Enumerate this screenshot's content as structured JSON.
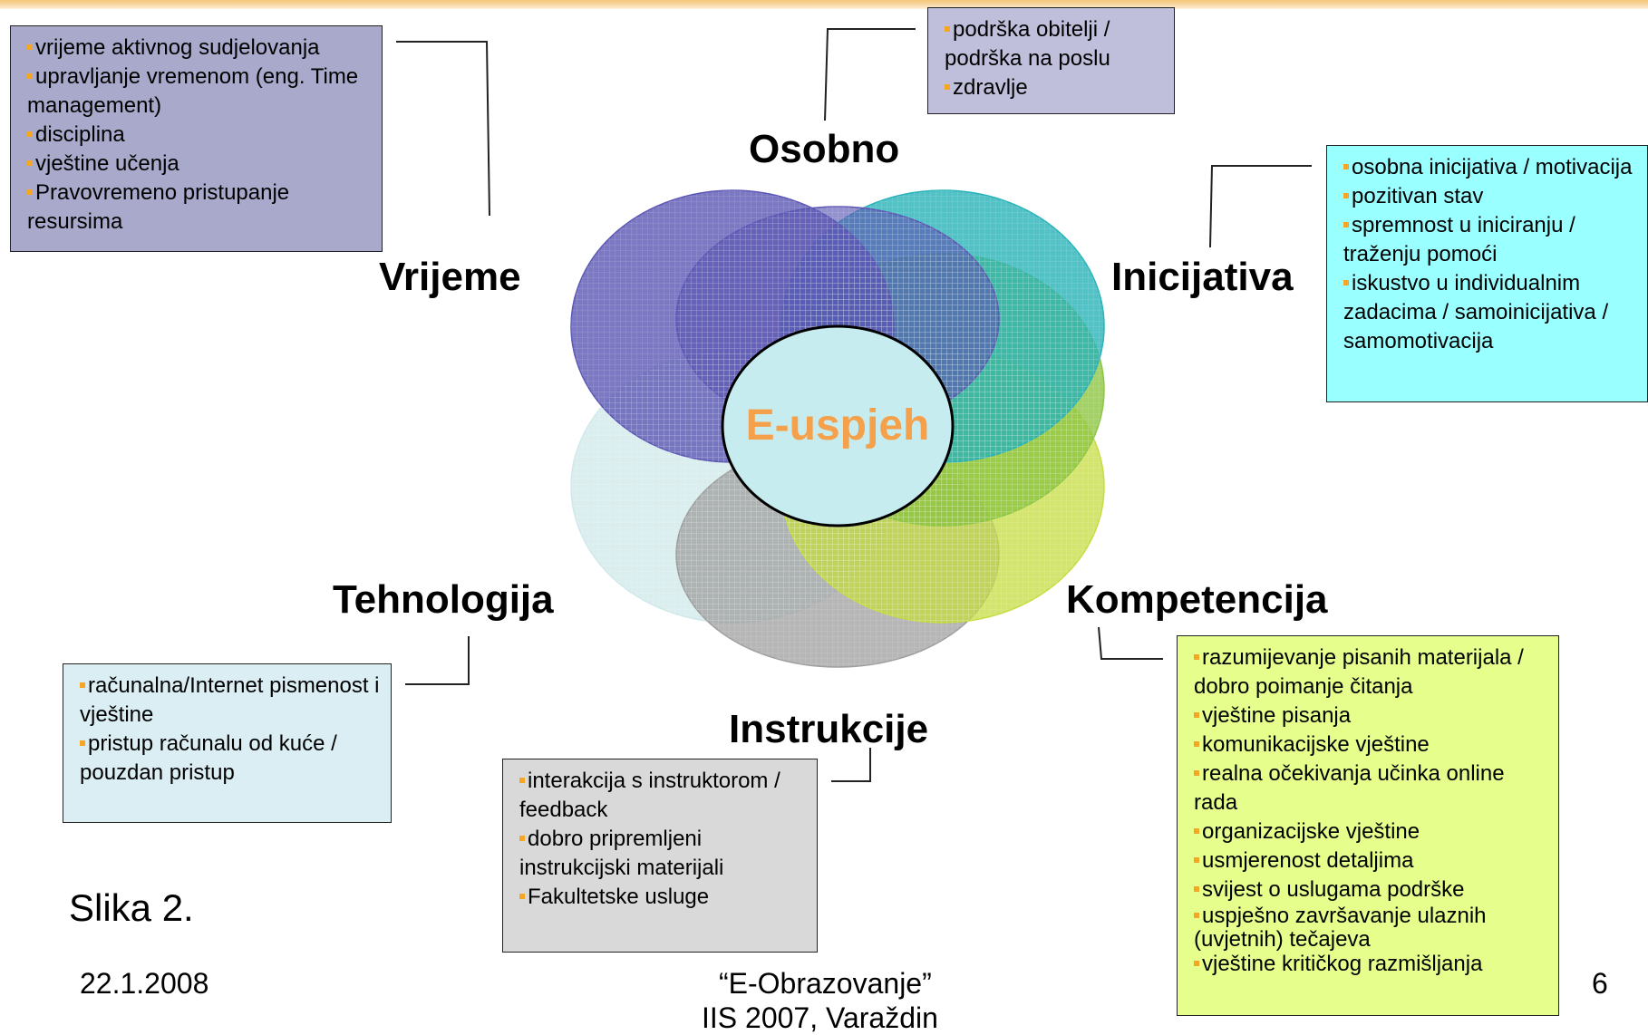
{
  "center_label": "E-uspjeh",
  "categories": {
    "osobno": {
      "label": "Osobno",
      "items": [
        "podrška obitelji / podrška na poslu",
        "zdravlje"
      ]
    },
    "vrijeme": {
      "label": "Vrijeme",
      "items": [
        "vrijeme aktivnog sudjelovanja",
        "upravljanje vremenom (eng. Time management)",
        "disciplina",
        "vještine učenja",
        "Pravovremeno pristupanje resursima"
      ]
    },
    "inicijativa": {
      "label": "Inicijativa",
      "items": [
        "osobna inicijativa / motivacija",
        "pozitivan stav",
        "spremnost u iniciranju / traženju pomoći",
        "iskustvo u individualnim zadacima / samoinicijativa / samomotivacija"
      ]
    },
    "tehnologija": {
      "label": "Tehnologija",
      "items": [
        "računalna/Internet pismenost i vještine",
        "pristup računalu od kuće / pouzdan pristup"
      ]
    },
    "kompetencija": {
      "label": "Kompetencija",
      "items": [
        "razumijevanje pisanih materijala / dobro poimanje čitanja",
        "vještine pisanja",
        "komunikacijske vještine",
        "realna očekivanja učinka online rada",
        "organizacijske vještine",
        "usmjerenost detaljima",
        "svijest o uslugama podrške",
        "uspješno završavanje ulaznih (uvjetnih) tečajeva",
        "vještine kritičkog razmišljanja"
      ]
    },
    "instrukcije": {
      "label": "Instrukcije",
      "items": [
        "interakcija s instruktorom / feedback",
        "dobro pripremljeni instrukcijski materijali",
        "Fakultetske usluge"
      ]
    }
  },
  "colors": {
    "petal_purple": "#5b56b5",
    "petal_teal": "#26b3b8",
    "petal_green": "#8cc63f",
    "petal_lightgreen": "#c6dc3c",
    "petal_gray": "#9d9d9d",
    "petal_lightblue": "#cfe8ea",
    "center_fill": "#c7ecef",
    "center_text": "#f5a04a",
    "bullet": "#f5a623",
    "box_vrijeme": "#a9a9cc",
    "box_osobno": "#bfbfdc",
    "box_inicijativa": "#99ffff",
    "box_kompetencija": "#e6ff8c",
    "box_instrukcije": "#d9d9d9",
    "box_tehnologija": "#daeef3"
  },
  "footer": {
    "caption": "Slika 2.",
    "date": "22.1.2008",
    "title": "“E-Obrazovanje”",
    "subtitle": "IIS 2007, Varaždin",
    "page": "6"
  }
}
